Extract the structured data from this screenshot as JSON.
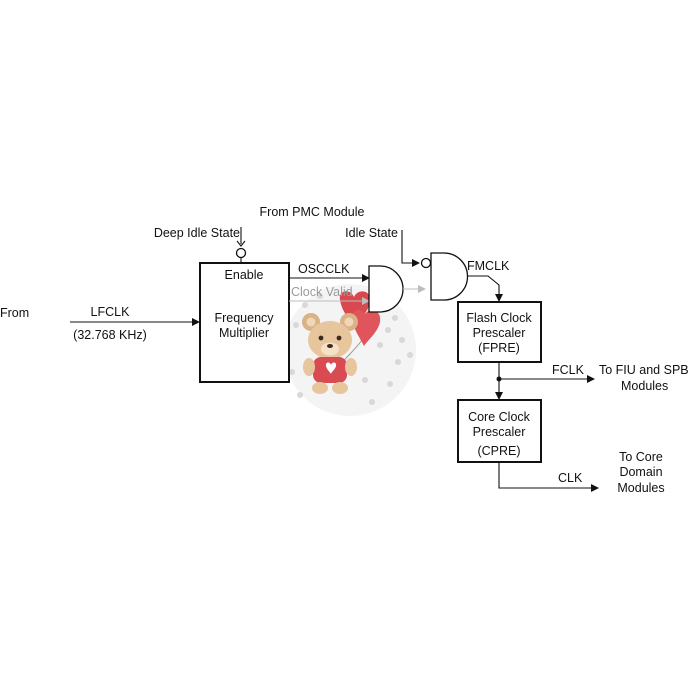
{
  "labels": {
    "from_pmc": "From PMC Module",
    "deep_idle": "Deep Idle State",
    "idle_state": "Idle State",
    "from": "From",
    "lfclk": "LFCLK",
    "lfclk_freq": "(32.768 KHz)",
    "enable": "Enable",
    "osclk": "OSCCLK",
    "clock_valid": "Clock Valid",
    "fmclk": "FMCLK",
    "fclk": "FCLK",
    "clk": "CLK"
  },
  "blocks": {
    "freq_mult": [
      "Frequency",
      "Multiplier"
    ],
    "fpre": [
      "Flash Clock",
      "Prescaler",
      "(FPRE)"
    ],
    "cpre": [
      "Core Clock",
      "Prescaler",
      "(CPRE)"
    ]
  },
  "destinations": {
    "fiu": [
      "To FIU and SPB",
      "Modules"
    ],
    "core": [
      "To Core",
      "Domain",
      "Modules"
    ]
  },
  "colors": {
    "line": "#111111",
    "muted": "#9a9a9a",
    "heart": "#d9474f",
    "bear": "#e7c59d"
  },
  "overlay": {
    "icon": "teddy-bear-with-heart-balloon"
  }
}
